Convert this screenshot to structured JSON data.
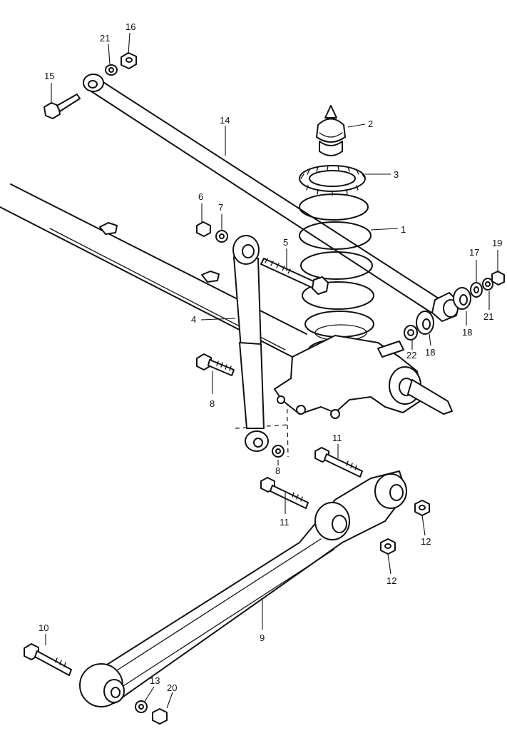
{
  "labels": {
    "coil_spring": "1",
    "bump_stopper": "2",
    "spring_seat": "3",
    "shock_absorber": "4",
    "shock_upper_bolt": "5",
    "nut_6": "6",
    "washer_7": "7",
    "shock_lower_bolt": "8",
    "lower_washer_8": "8",
    "trailing_arm": "9",
    "arm_bolt_10": "10",
    "arm_bolt_11_upper": "11",
    "arm_bolt_11_lower": "11",
    "arm_nut_12_right": "12",
    "arm_nut_12_lower": "12",
    "washer_13": "13",
    "lateral_rod": "14",
    "rod_bolt_15": "15",
    "rod_nut_16": "16",
    "bushing_17": "17",
    "bushing_18_outer": "18",
    "bushing_18_inner": "18",
    "rod_nut_19": "19",
    "nut_20": "20",
    "washer_21_top": "21",
    "washer_21_right": "21",
    "washer_22": "22"
  }
}
